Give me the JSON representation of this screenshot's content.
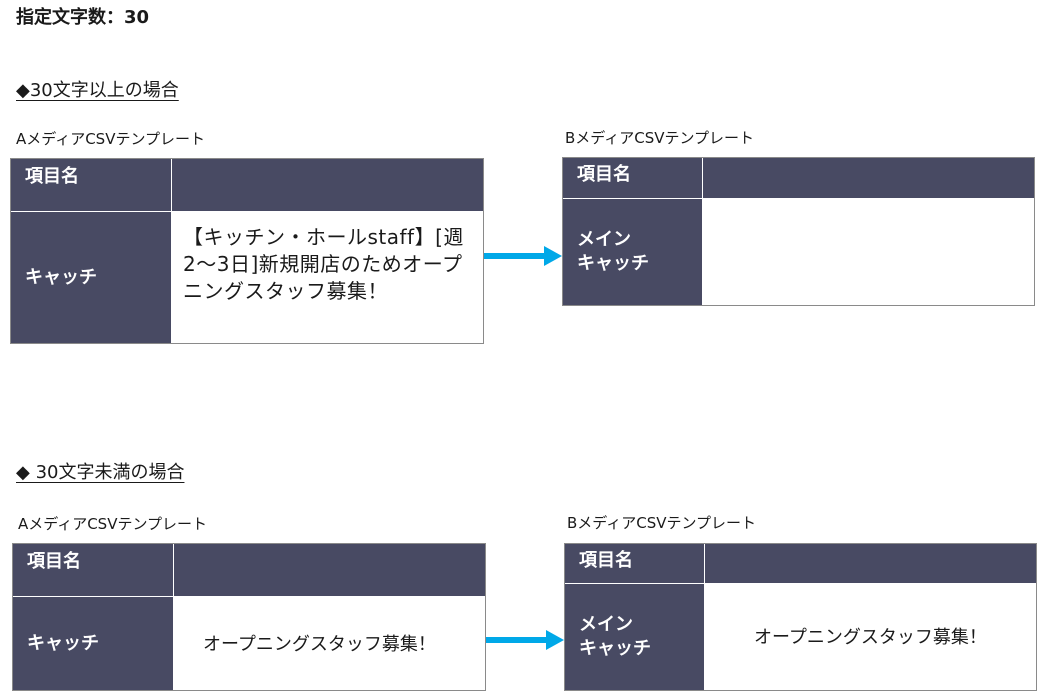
{
  "page_title": "指定文字数：30",
  "colors": {
    "header_bg": "#484a63",
    "arrow": "#00a8e8",
    "border": "#8a8a8a"
  },
  "section_over": {
    "heading": "◆30文字以上の場合",
    "source": {
      "label": "AメディアCSVテンプレート",
      "header_label": "項目名",
      "header_value": "",
      "row_label": "キャッチ",
      "row_value": "【キッチン・ホールstaff】[週2〜3日]新規開店のためオープニングスタッフ募集！"
    },
    "target": {
      "label": "BメディアCSVテンプレート",
      "header_label": "項目名",
      "header_value": "",
      "row_label": "メイン\nキャッチ",
      "row_value": ""
    }
  },
  "section_under": {
    "heading": "◆ 30文字未満の場合",
    "source": {
      "label": "AメディアCSVテンプレート",
      "header_label": "項目名",
      "header_value": "",
      "row_label": "キャッチ",
      "row_value": "オープニングスタッフ募集！"
    },
    "target": {
      "label": "BメディアCSVテンプレート",
      "header_label": "項目名",
      "header_value": "",
      "row_label": "メイン\nキャッチ",
      "row_value": "オープニングスタッフ募集！"
    }
  }
}
